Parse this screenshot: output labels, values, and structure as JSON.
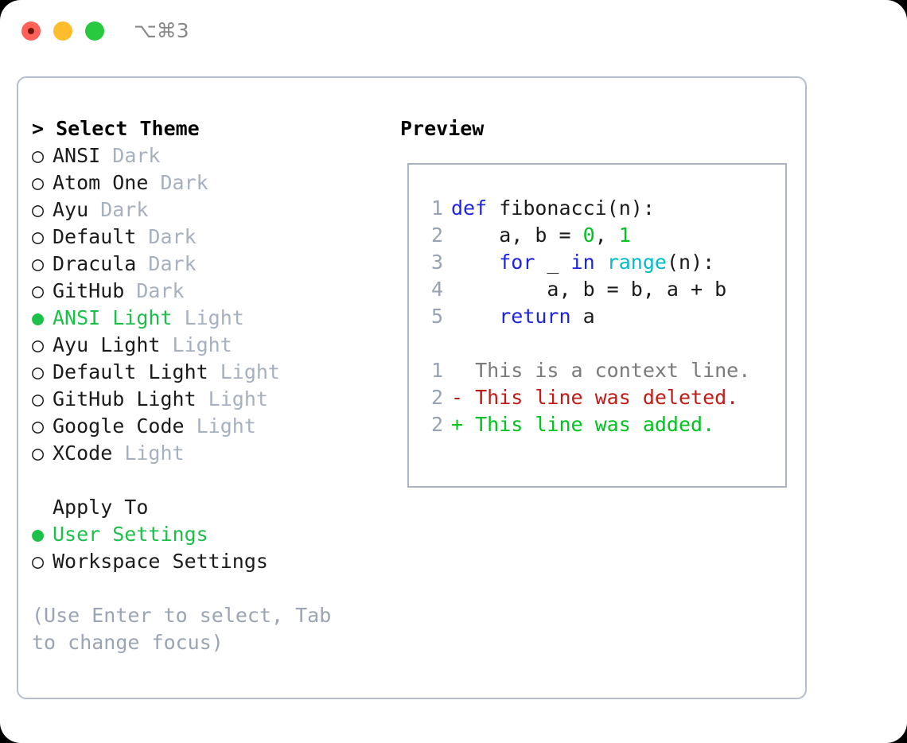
{
  "window": {
    "title": "⌥⌘3",
    "traffic_lights": [
      {
        "name": "close",
        "color": "#FF6159"
      },
      {
        "name": "minimize",
        "color": "#FFBD2E"
      },
      {
        "name": "maximize",
        "color": "#28C93F"
      }
    ]
  },
  "theme_picker": {
    "header": "> Select Theme",
    "marker_selected": "●",
    "marker_unselected": "○",
    "items": [
      {
        "marker": "○",
        "name": "ANSI",
        "kind": "Dark",
        "selected": false
      },
      {
        "marker": "○",
        "name": "Atom One",
        "kind": "Dark",
        "selected": false
      },
      {
        "marker": "○",
        "name": "Ayu",
        "kind": "Dark",
        "selected": false
      },
      {
        "marker": "○",
        "name": "Default",
        "kind": "Dark",
        "selected": false
      },
      {
        "marker": "○",
        "name": "Dracula",
        "kind": "Dark",
        "selected": false
      },
      {
        "marker": "○",
        "name": "GitHub",
        "kind": "Dark",
        "selected": false
      },
      {
        "marker": "●",
        "name": "ANSI Light",
        "kind": "Light",
        "selected": true
      },
      {
        "marker": "○",
        "name": "Ayu Light",
        "kind": "Light",
        "selected": false
      },
      {
        "marker": "○",
        "name": "Default Light",
        "kind": "Light",
        "selected": false
      },
      {
        "marker": "○",
        "name": "GitHub Light",
        "kind": "Light",
        "selected": false
      },
      {
        "marker": "○",
        "name": "Google Code",
        "kind": "Light",
        "selected": false
      },
      {
        "marker": "○",
        "name": "XCode",
        "kind": "Light",
        "selected": false
      }
    ]
  },
  "apply_to": {
    "header": "Apply To",
    "options": [
      {
        "marker": "●",
        "label": "User Settings",
        "selected": true
      },
      {
        "marker": "○",
        "label": "Workspace Settings",
        "selected": false
      }
    ]
  },
  "hint": "(Use Enter to select, Tab to change focus)",
  "preview": {
    "title": "Preview",
    "code_lines": [
      {
        "num": "1",
        "tokens": [
          {
            "t": "def ",
            "c": "kw"
          },
          {
            "t": "fibonacci(n):",
            "c": "plain"
          }
        ]
      },
      {
        "num": "2",
        "tokens": [
          {
            "t": "    a, b = ",
            "c": "plain"
          },
          {
            "t": "0",
            "c": "num"
          },
          {
            "t": ", ",
            "c": "plain"
          },
          {
            "t": "1",
            "c": "num"
          }
        ]
      },
      {
        "num": "3",
        "tokens": [
          {
            "t": "    ",
            "c": "plain"
          },
          {
            "t": "for",
            "c": "kw"
          },
          {
            "t": " _ ",
            "c": "plain"
          },
          {
            "t": "in",
            "c": "kw"
          },
          {
            "t": " ",
            "c": "plain"
          },
          {
            "t": "range",
            "c": "fn"
          },
          {
            "t": "(n):",
            "c": "plain"
          }
        ]
      },
      {
        "num": "4",
        "tokens": [
          {
            "t": "        a, b = b, a + b",
            "c": "plain"
          }
        ]
      },
      {
        "num": "5",
        "tokens": [
          {
            "t": "    ",
            "c": "plain"
          },
          {
            "t": "return",
            "c": "kw"
          },
          {
            "t": " a",
            "c": "plain"
          }
        ]
      }
    ],
    "diff_lines": [
      {
        "num": "1",
        "text": "  This is a context line.",
        "kind": "ctx"
      },
      {
        "num": "2",
        "text": "- This line was deleted.",
        "kind": "del"
      },
      {
        "num": "2",
        "text": "+ This line was added.",
        "kind": "add"
      }
    ]
  },
  "colors": {
    "accent_green": "#1DBF4B",
    "muted": "#A7B0BF",
    "panel_border": "#B6BECD",
    "preview_border": "#AAB3C3",
    "keyword": "#1F24E0",
    "function": "#00BCC8",
    "number": "#00C220",
    "diff_context": "#7A7A7A",
    "diff_deleted": "#C11B17",
    "diff_added": "#00C220",
    "line_number": "#98A2B2"
  }
}
